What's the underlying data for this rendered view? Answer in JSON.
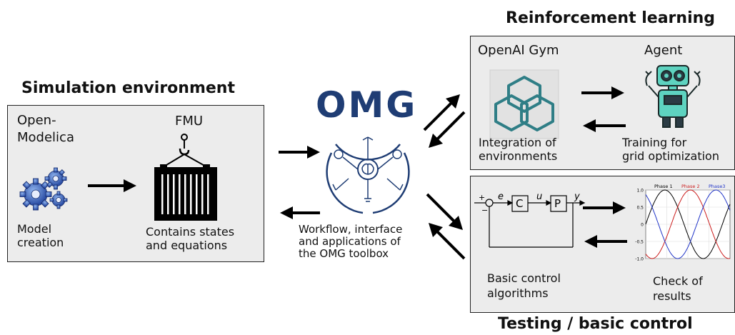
{
  "simulation": {
    "title": "Simulation environment",
    "openmodelica_label": "Open-\nModelica",
    "fmu_label": "FMU",
    "model_creation": "Model\ncreation",
    "contains_states": "Contains states\nand equations"
  },
  "omg": {
    "logo": "OMG",
    "description": "Workflow, interface\nand applications of\nthe OMG toolbox"
  },
  "rl": {
    "title": "Reinforcement learning",
    "gym_label": "OpenAI Gym",
    "agent_label": "Agent",
    "integration": "Integration of\nenvironments",
    "training": "Training for\ngrid optimization"
  },
  "testing": {
    "title": "Testing / basic control",
    "basic_control": "Basic control\nalgorithms",
    "check_results": "Check of\nresults",
    "loop_plus": "+",
    "loop_minus": "−",
    "loop_e": "e",
    "loop_C": "C",
    "loop_u": "u",
    "loop_P": "P",
    "loop_y": "y",
    "plot_legend": [
      "Phase 1",
      "Phase 2",
      "Phase3"
    ],
    "plot_yticks": [
      "1.0",
      "0.5",
      "0",
      "-0.5",
      "-1.0"
    ]
  },
  "colors": {
    "omg_blue": "#1f3d74",
    "gym_teal": "#2f7e86",
    "robot_teal": "#5ed3c0",
    "phase1": "#000000",
    "phase2": "#cc1f1f",
    "phase3": "#2236c8"
  },
  "chart_data": {
    "type": "line",
    "series": [
      {
        "name": "Phase 1",
        "values": [
          0,
          0.87,
          0.87,
          0,
          -0.87,
          -0.87,
          0
        ]
      },
      {
        "name": "Phase 2",
        "values": [
          -0.87,
          0,
          0.87,
          0.87,
          0,
          -0.87,
          -0.87
        ]
      },
      {
        "name": "Phase3",
        "values": [
          0.87,
          0.87,
          0,
          -0.87,
          -0.87,
          0,
          0.87
        ]
      }
    ],
    "ylim": [
      -1.0,
      1.0
    ]
  }
}
